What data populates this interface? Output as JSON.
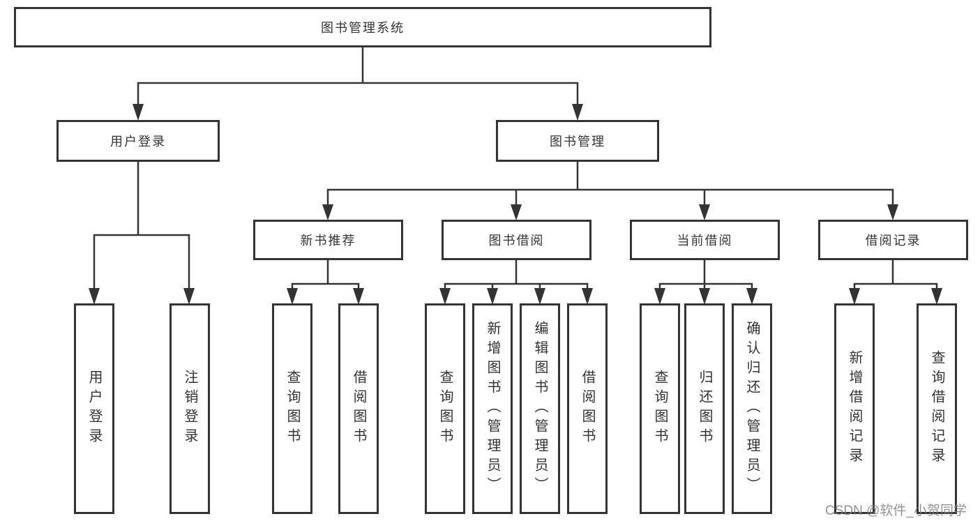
{
  "nodes": {
    "root": {
      "label": "图书管理系统"
    },
    "user_login": {
      "label": "用户登录"
    },
    "book_mgmt": {
      "label": "图书管理"
    },
    "new_book_rec": {
      "label": "新书推荐"
    },
    "book_borrow": {
      "label": "图书借阅"
    },
    "current_borrow": {
      "label": "当前借阅"
    },
    "borrow_record": {
      "label": "借阅记录"
    },
    "leaf_user_login": {
      "label": "用户登录"
    },
    "leaf_logout": {
      "label": "注销登录"
    },
    "leaf_query_book_rec": {
      "label": "查询图书"
    },
    "leaf_borrow_book_rec": {
      "label": "借阅图书"
    },
    "leaf_query_book_borrow": {
      "label": "查询图书"
    },
    "leaf_add_book": {
      "label": "新增图书（管理员）"
    },
    "leaf_edit_book": {
      "label": "编辑图书（管理员）"
    },
    "leaf_borrow_book_borrow": {
      "label": "借阅图书"
    },
    "leaf_query_book_current": {
      "label": "查询图书"
    },
    "leaf_return_book": {
      "label": "归还图书"
    },
    "leaf_confirm_return": {
      "label": "确认归还（管理员）"
    },
    "leaf_add_borrow_record": {
      "label": "新增借阅记录"
    },
    "leaf_query_borrow_record": {
      "label": "查询借阅记录"
    }
  },
  "watermark": {
    "text": "CSDN @软件_小贺同学"
  },
  "colors": {
    "line": "#333333",
    "box_border": "#333333",
    "box_background": "#ffffff",
    "text": "#333333",
    "watermark": "#808080",
    "page_background": "#ffffff"
  }
}
